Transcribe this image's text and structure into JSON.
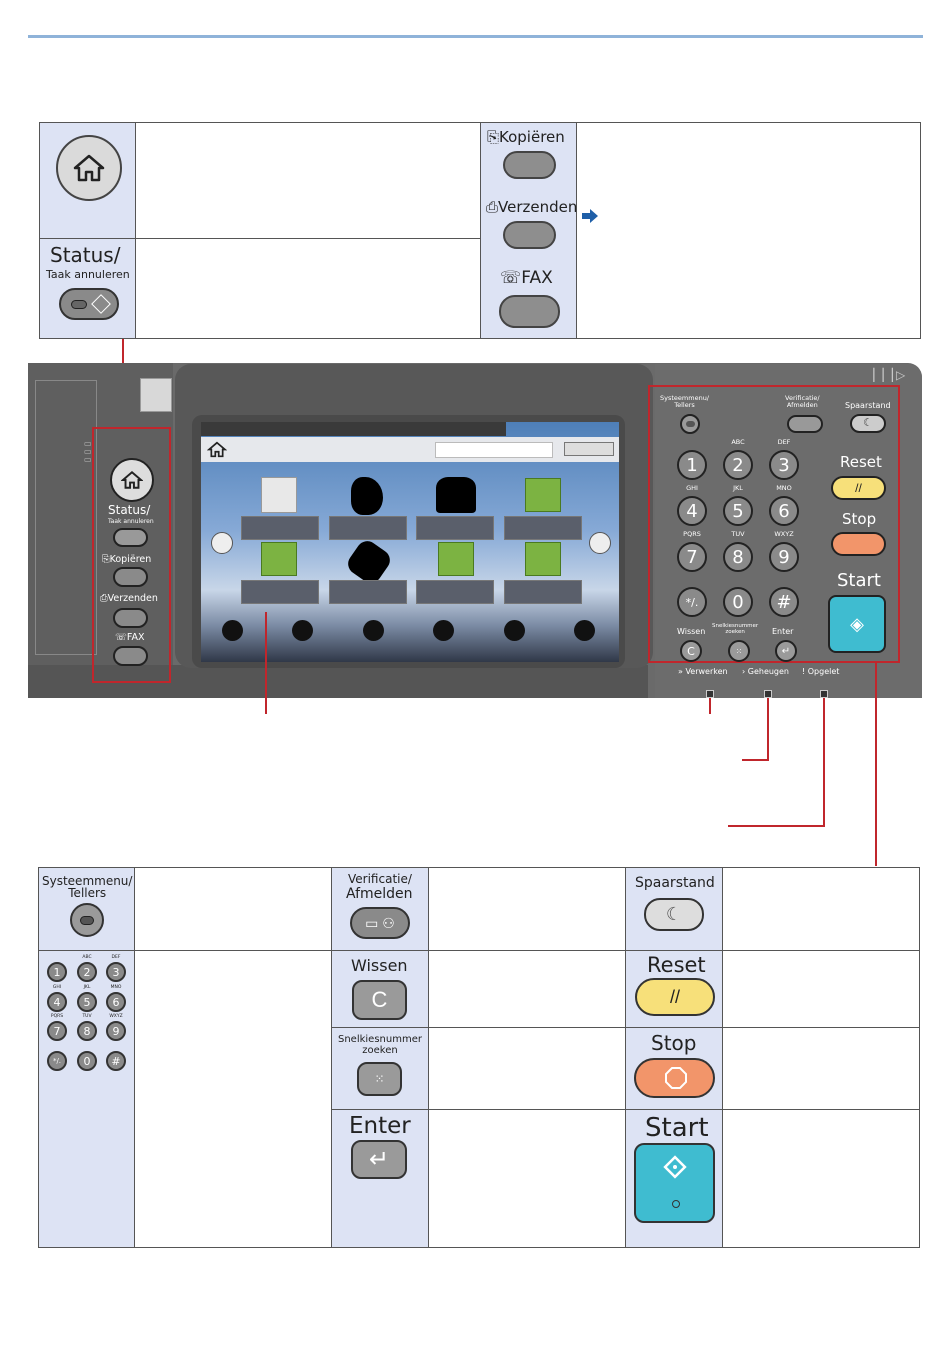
{
  "home_legend": {
    "status_title": "Status/",
    "status_sub": "Taak annuleren",
    "copy_label": "Kopiëren",
    "send_label": "Verzenden",
    "fax_label": "FAX"
  },
  "panel": {
    "left_status_title": "Status/",
    "left_status_sub": "Taak annuleren",
    "left_copy": "Kopiëren",
    "left_send": "Verzenden",
    "left_fax": "FAX",
    "sysmenu": "Systeemmenu/\nTellers",
    "verify": "Verificatie/\nAfmelden",
    "energy": "Spaarstand",
    "reset": "Reset",
    "stop": "Stop",
    "start": "Start",
    "clear": "Wissen",
    "quick": "Snelkiesnummer\nzoeken",
    "enter": "Enter",
    "ind_processing": "Verwerken",
    "ind_memory": "Geheugen",
    "ind_attention": "Opgelet",
    "keys": [
      {
        "d": "1",
        "l": ""
      },
      {
        "d": "2",
        "l": "ABC"
      },
      {
        "d": "3",
        "l": "DEF"
      },
      {
        "d": "4",
        "l": "GHI"
      },
      {
        "d": "5",
        "l": "JKL"
      },
      {
        "d": "6",
        "l": "MNO"
      },
      {
        "d": "7",
        "l": "PQRS"
      },
      {
        "d": "8",
        "l": "TUV"
      },
      {
        "d": "9",
        "l": "WXYZ"
      },
      {
        "d": "*/.",
        "l": ""
      },
      {
        "d": "0",
        "l": ""
      },
      {
        "d": "#",
        "l": ""
      }
    ]
  },
  "bottom": {
    "sysmenu": "Systeemmenu/\nTellers",
    "verify_line1": "Verificatie/",
    "verify_line2": "Afmelden",
    "energy": "Spaarstand",
    "clear": "Wissen",
    "reset": "Reset",
    "quick": "Snelkiesnummer\nzoeken",
    "stop": "Stop",
    "enter": "Enter",
    "start": "Start"
  },
  "colors": {
    "reset": "#f7e07a",
    "stop": "#f2956a",
    "start": "#3fbcd0",
    "highlight": "#c0262c",
    "lavender": "#dde3f4"
  }
}
